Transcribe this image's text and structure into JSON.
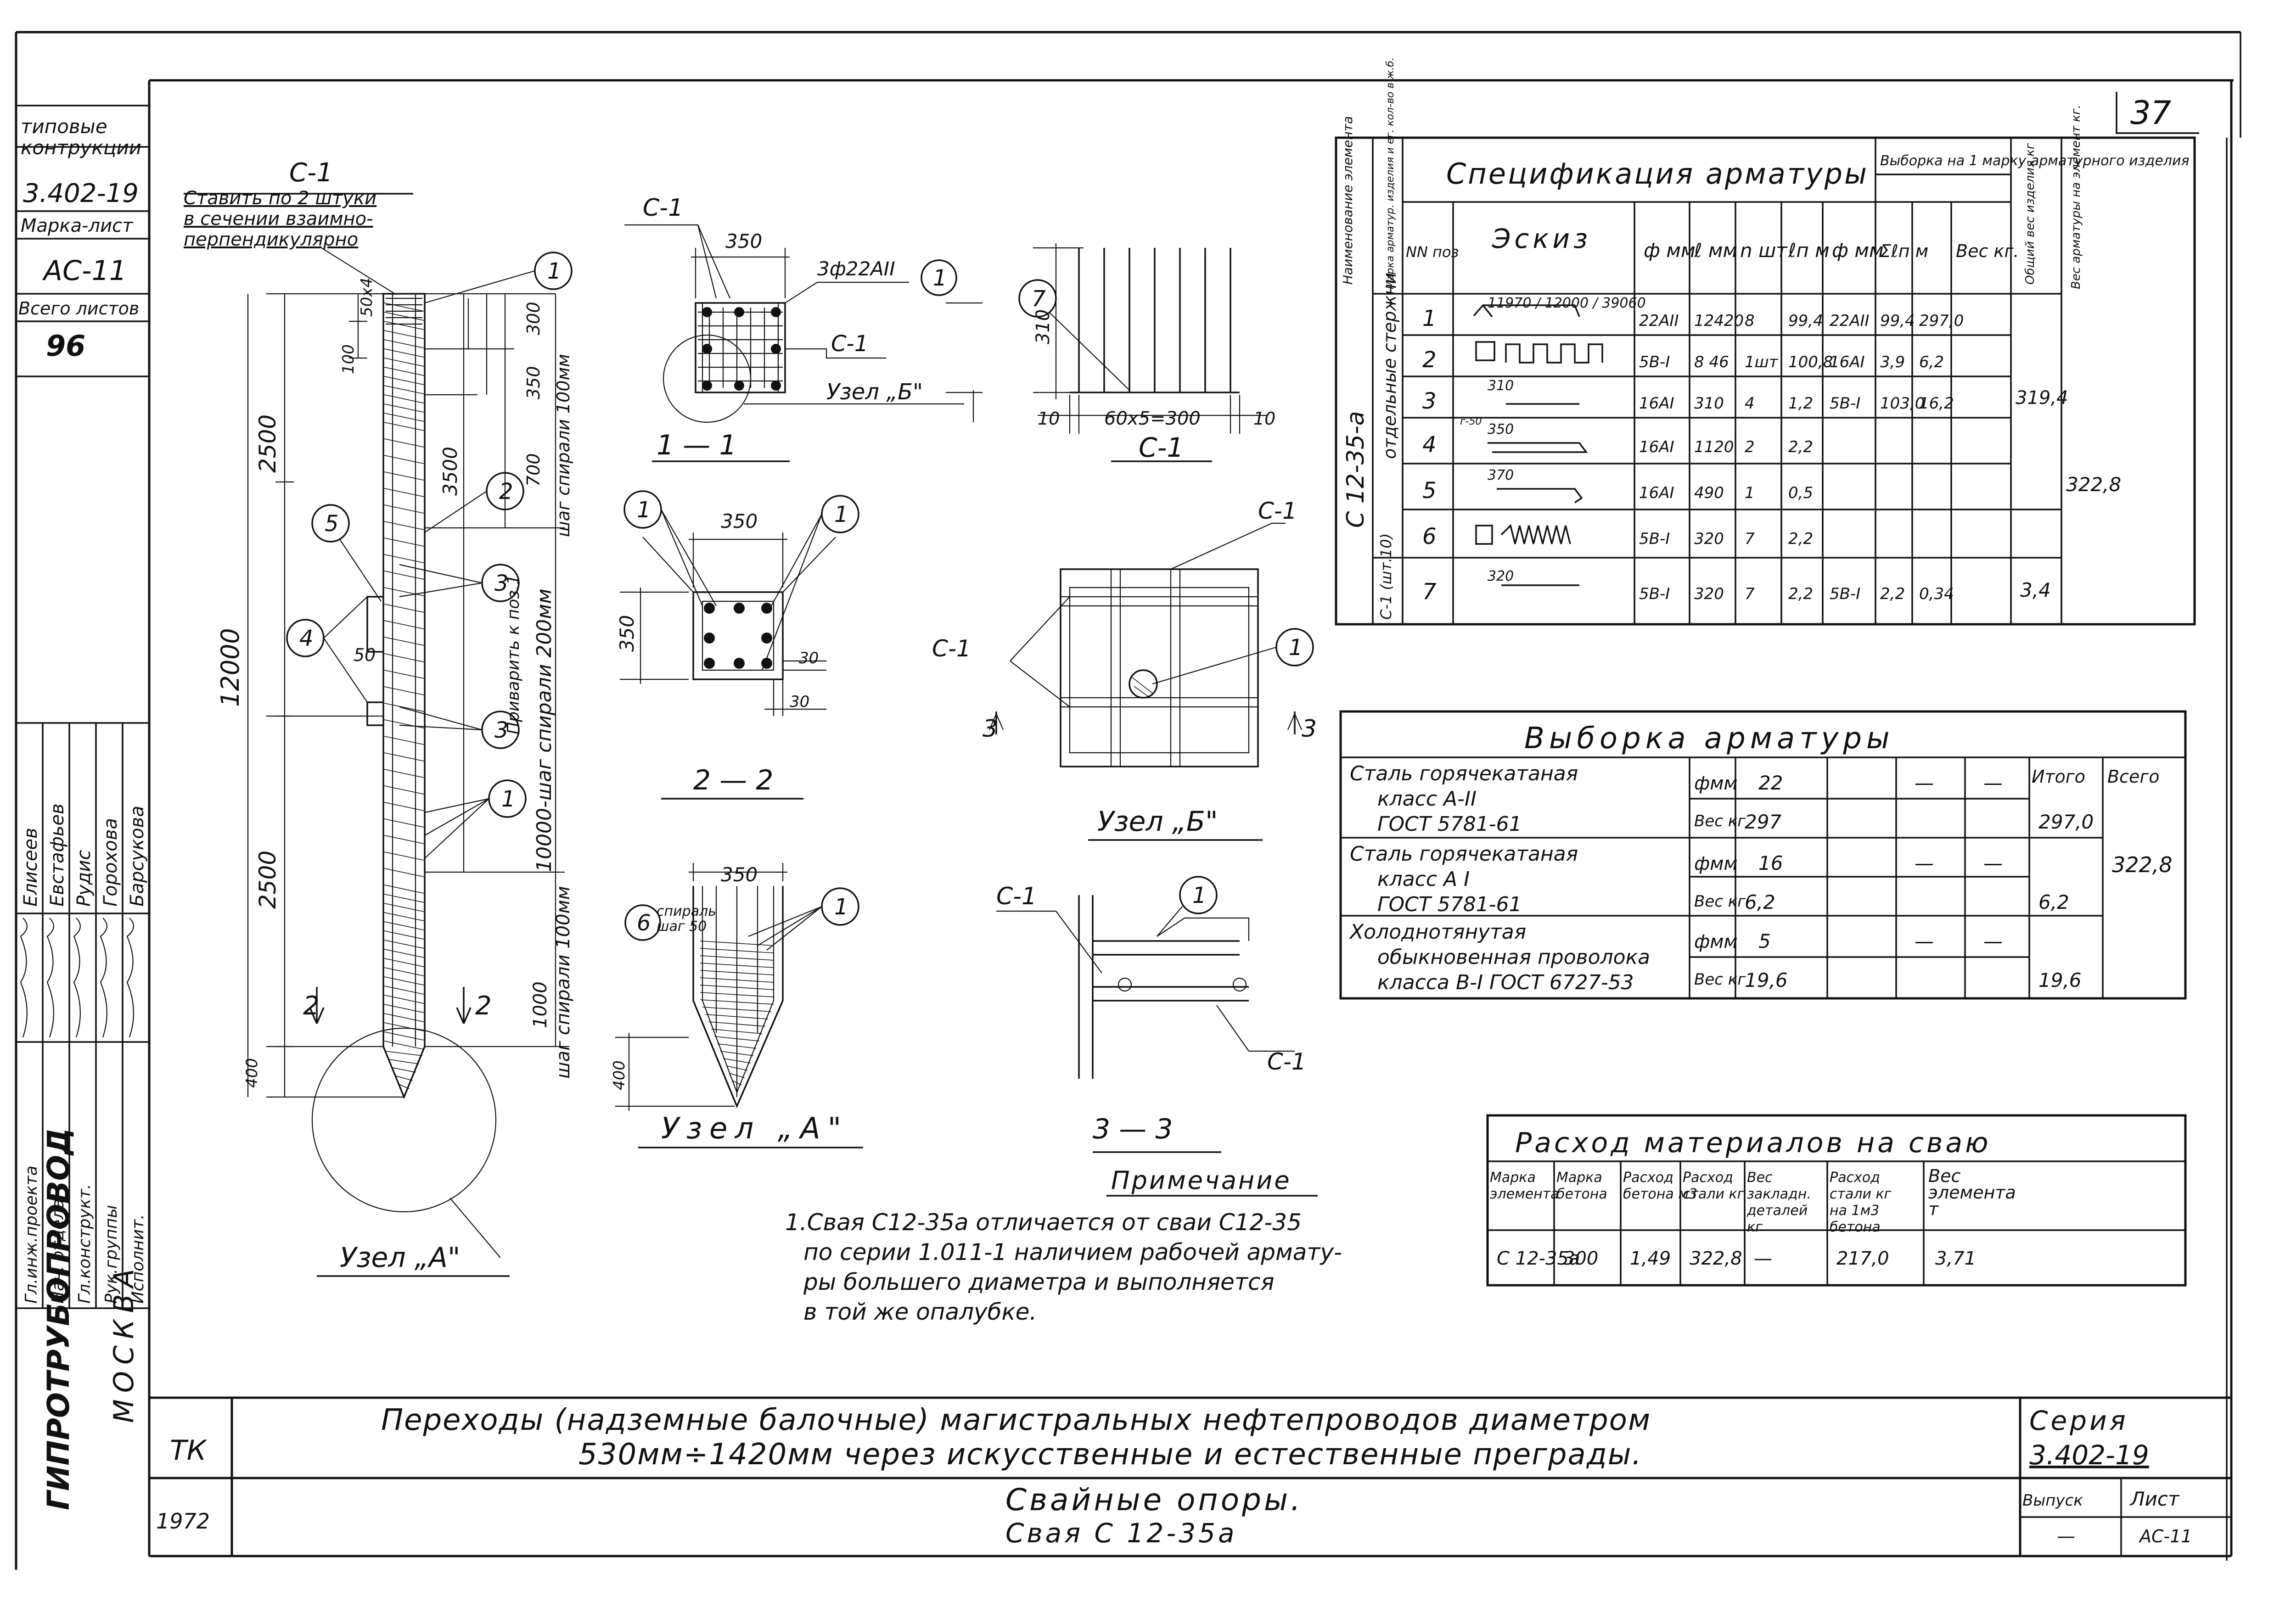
{
  "page_number": "37",
  "stamp": {
    "typical": "типовые\nконтрукции",
    "series": "3.402-19",
    "mark_sheet_label": "Марка-лист",
    "mark": "АС-11",
    "total_sheets_label": "Всего листов",
    "total_sheets": "96"
  },
  "personnel": [
    {
      "role": "Гл.инж.проекта",
      "name": "Елисеев"
    },
    {
      "role": "Нач. отдела",
      "name": "Евстафьев"
    },
    {
      "role": "Гл.конструкт.",
      "name": "Рудис"
    },
    {
      "role": "Рук.группы",
      "name": "Горохова"
    },
    {
      "role": "Исполнит.",
      "name": "Барсукова"
    }
  ],
  "org": {
    "name": "ГИПРОТРУБОПРОВОД",
    "city": "МОСКВА"
  },
  "pile": {
    "title": "С-1",
    "note_lines": [
      "Ставить по 2 штуки",
      "в сечении взаимно-",
      "перпендикулярно"
    ],
    "dim_50x4": "50х4",
    "dim_100_top": "100",
    "dim_2500_top": "2500",
    "dim_12000": "12000",
    "dim_2500_bottom": "2500",
    "dim_400": "400",
    "dim_300": "300",
    "dim_350": "350",
    "dim_700": "700",
    "dim_3500": "3500",
    "spiral_top": "шаг спирали 100мм",
    "weld_note": "Приварить к поз.1",
    "spiral_mid": "10000-шаг спирали 200мм",
    "dim_1000": "1000",
    "spiral_bottom": "шаг спирали 100мм",
    "dim_50": "50",
    "sec2": "2",
    "node_a_label": "Узел „А\""
  },
  "section11": {
    "c1_label": "С-1",
    "dim_350": "350",
    "rebar_note": "3ф22АII",
    "c1_right": "С-1",
    "node_b_ref": "Узел „Б\"",
    "title": "1 — 1"
  },
  "section22": {
    "dim_350_top": "350",
    "dim_350_left": "350",
    "dim_30_a": "30",
    "dim_30_b": "30",
    "title": "2 — 2"
  },
  "node_a": {
    "dim_350": "350",
    "spiral": "спираль\nшаг 50",
    "dim_400": "400",
    "title": "Узел „А\""
  },
  "mesh_c1": {
    "dim_310": "310",
    "dim_10_left": "10",
    "dim_mid": "60х5=300",
    "dim_10_right": "10",
    "title": "С-1"
  },
  "node_b": {
    "c1_top": "С-1",
    "c1_left": "С-1",
    "sec3": "3",
    "title": "Узел „Б\""
  },
  "section33": {
    "c1_left": "С-1",
    "c1_right": "С-1",
    "title": "3 — 3"
  },
  "spec": {
    "title": "Спецификация арматуры",
    "vyborka_header": "Выборка на 1 марку арматурного изделия",
    "element_header": "Наименование элемента",
    "mark_header": "Марка арматур. изделия и ег. кол-во в ж.б.",
    "nn_header": "NN поз",
    "sketch_header": "Эскиз",
    "d_header": "ф мм",
    "l_header": "ℓ мм",
    "n_header": "n шт",
    "ln_header": "ℓп м",
    "vd_header": "ф мм",
    "vl_header": "Σℓп м",
    "vw_header": "Вес кг.",
    "total_item_header": "Общий вес изделия кг",
    "total_elem_header": "Вес арматуры на элемент кг.",
    "element_mark": "С 12-35-а",
    "group1": "отдельные стержни",
    "group2": "С-1 (шт.10)",
    "rows": [
      {
        "pos": "1",
        "sketch": "11970 / 12000 / 39060",
        "d": "22АII",
        "l": "12420",
        "n": "8",
        "ln": "99,4",
        "vd": "22АII",
        "vl": "99,4",
        "vw": "297,0"
      },
      {
        "pos": "2",
        "sketch": "",
        "d": "5В-I",
        "l": "8 46",
        "n": "1шт",
        "ln": "100,8",
        "vd": "16АI",
        "vl": "3,9",
        "vw": "6,2"
      },
      {
        "pos": "3",
        "sketch": "310",
        "d": "16АI",
        "l": "310",
        "n": "4",
        "ln": "1,2",
        "vd": "5В-I",
        "vl": "103,0",
        "vw": "16,2"
      },
      {
        "pos": "4",
        "sketch": "350",
        "d": "16АI",
        "l": "1120",
        "n": "2",
        "ln": "2,2",
        "vd": "",
        "vl": "",
        "vw": ""
      },
      {
        "pos": "5",
        "sketch": "370",
        "d": "16АI",
        "l": "490",
        "n": "1",
        "ln": "0,5",
        "vd": "",
        "vl": "",
        "vw": ""
      },
      {
        "pos": "6",
        "sketch": "",
        "d": "5В-I",
        "l": "320",
        "n": "7",
        "ln": "2,2",
        "vd": "",
        "vl": "",
        "vw": ""
      },
      {
        "pos": "7",
        "sketch": "320",
        "d": "5В-I",
        "l": "320",
        "n": "7",
        "ln": "2,2",
        "vd": "5В-I",
        "vl": "2,2",
        "vw": "0,34"
      }
    ],
    "total1": "319,4",
    "total2": "3,4",
    "element_total": "322,8"
  },
  "vyborka": {
    "title": "Выборка арматуры",
    "itogo": "Итого",
    "vsego": "Всего",
    "groups": [
      {
        "name": "Сталь горячекатаная\nкласс А-II\nГОСТ 5781-61",
        "d_label": "фмм",
        "d": "22",
        "w_label": "Вес кг",
        "w": "297",
        "itogo": "297,0",
        "dash": "—"
      },
      {
        "name": "Сталь горячекатаная\nкласс А I\nГОСТ 5781-61",
        "d_label": "фмм",
        "d": "16",
        "w_label": "Вес кг",
        "w": "6,2",
        "itogo": "6,2",
        "dash": "—"
      },
      {
        "name": "Холоднотянутая\nобыкновенная проволока\nкласса В-I ГОСТ 6727-53",
        "d_label": "фмм",
        "d": "5",
        "w_label": "Вес кг",
        "w": "19,6",
        "itogo": "19,6",
        "dash": "—"
      }
    ],
    "vsego_value": "322,8"
  },
  "materials": {
    "title": "Расход материалов на сваю",
    "headers": [
      "Марка элемента",
      "Марка бетона",
      "Расход бетона м3",
      "Расход стали кг",
      "Вес закладн. деталей кг",
      "Расход стали кг на 1м3 бетона",
      "Вес элемента т"
    ],
    "row": [
      "С 12-35а",
      "300",
      "1,49",
      "322,8",
      "—",
      "217,0",
      "3,71"
    ]
  },
  "note": {
    "title": "Примечание",
    "lines": [
      "1.Свая С12-35а отличается от сваи С12-35",
      "по серии 1.011-1 наличием рабочей армату-",
      "ры большего диаметра и выполняется",
      "в той же опалубке."
    ]
  },
  "titleblock": {
    "tk": "ТК",
    "year": "1972",
    "line1": "Переходы (надземные балочные) магистральных нефтепроводов диаметром",
    "line2": "530мм÷1420мм через искусственные и естественные преграды.",
    "line3": "Свайные опоры.",
    "line4": "Свая С 12-35а",
    "series_label": "Серия",
    "series_value": "3.402-19",
    "issue_label": "Выпуск",
    "sheet_label": "Лист",
    "sheet_value": "АС-11",
    "issue_value": "—"
  }
}
